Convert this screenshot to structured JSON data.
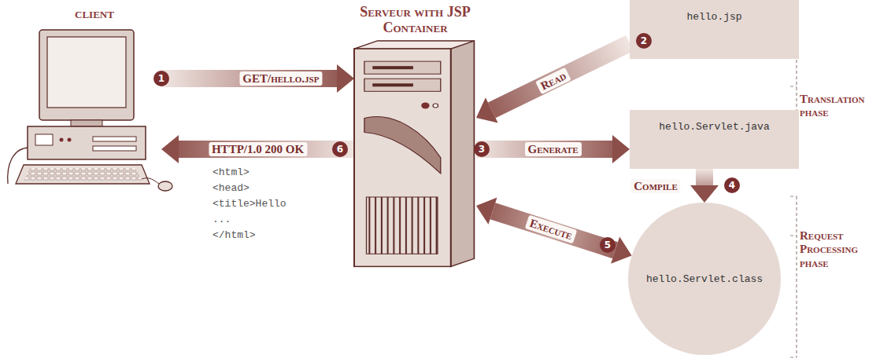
{
  "diagram": {
    "nodes": [
      {
        "text": [
          "client"
        ]
      },
      {
        "text": [
          "Serveur with JSP Container"
        ]
      },
      {
        "text": [
          "hello.jsp"
        ]
      },
      {
        "text": [
          "hello.Servlet.java"
        ]
      },
      {
        "text": [
          "hello.Servlet.class"
        ]
      }
    ],
    "edges": [
      {
        "from": 0,
        "to": 1,
        "arrow": "to",
        "label": "GET/hello.jsp"
      },
      {
        "from": 2,
        "to": 1,
        "arrow": "to",
        "label": "Read"
      },
      {
        "from": 1,
        "to": 3,
        "arrow": "to",
        "label": "Generate"
      },
      {
        "from": 3,
        "to": 4,
        "arrow": "to",
        "label": "Compile"
      },
      {
        "from": 1,
        "to": 4,
        "arrow": "both",
        "label": "Execute"
      },
      {
        "from": 1,
        "to": 0,
        "arrow": "to",
        "label": "HTTP/1.0 200 OK"
      }
    ],
    "labels": [
      "1",
      "2",
      "3",
      "4",
      "5",
      "6",
      "<html>",
      "<head>",
      "<title>Hello",
      "...",
      "</html>",
      "Translation phase",
      "Request Processing phase"
    ]
  }
}
